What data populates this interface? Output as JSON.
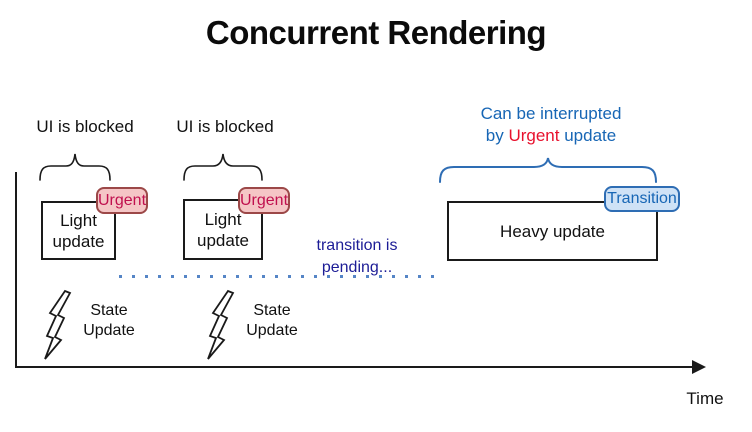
{
  "title": "Concurrent Rendering",
  "groups": [
    {
      "blocked_label": "UI is blocked",
      "box_line1": "Light",
      "box_line2": "update",
      "badge": "Urgent"
    },
    {
      "blocked_label": "UI is blocked",
      "box_line1": "Light",
      "box_line2": "update",
      "badge": "Urgent"
    }
  ],
  "heavy": {
    "annotation_line1": "Can be interrupted",
    "annotation_line2_prefix": "by ",
    "annotation_line2_urgent": "Urgent",
    "annotation_line2_suffix": " update",
    "box_label": "Heavy update",
    "badge": "Transition"
  },
  "pending": {
    "line1": "transition is",
    "line2": "pending..."
  },
  "state_updates": [
    {
      "line1": "State",
      "line2": "Update"
    },
    {
      "line1": "State",
      "line2": "Update"
    }
  ],
  "axis": {
    "time_label": "Time"
  },
  "colors": {
    "blue_text": "#1766B5",
    "red_text": "#E8112D",
    "navy_text": "#1C1C96",
    "urgent_fill": "#F5C6C6",
    "urgent_border": "#9C4848",
    "urgent_text": "#C0104E",
    "transition_fill": "#CFE2F6",
    "transition_border": "#2E6DB4",
    "transition_text": "#1766B5",
    "brace_black": "#1a1a1a",
    "brace_blue": "#2E6DB4",
    "dotted_line": "#5585C6",
    "axis": "#1a1a1a"
  }
}
